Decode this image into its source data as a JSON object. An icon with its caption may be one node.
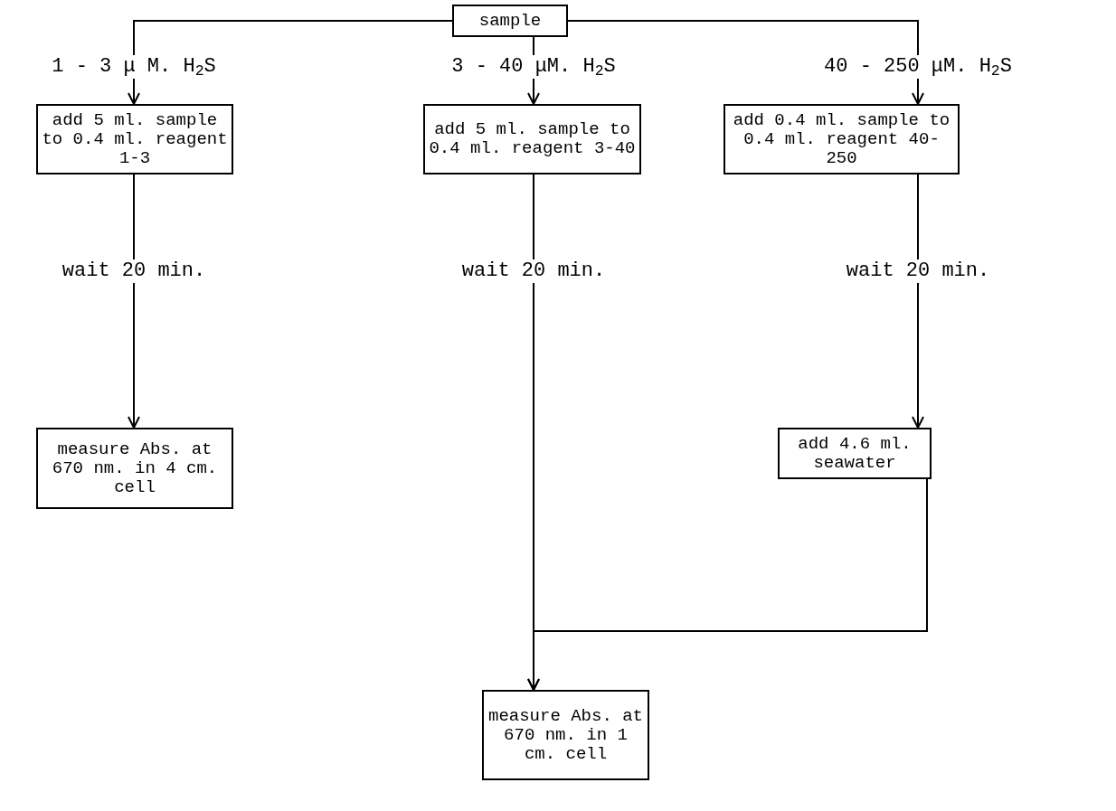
{
  "diagram": {
    "nodes": [
      {
        "text": [
          "sample"
        ]
      },
      {
        "text": [
          "add 5 ml. sample to 0.4 ml. reagent 1-3"
        ]
      },
      {
        "text": [
          "add 5 ml. sample to 0.4 ml. reagent 3-40"
        ]
      },
      {
        "text": [
          "add 0.4 ml. sample to 0.4 ml. reagent 40-250"
        ]
      },
      {
        "text": [
          "measure Abs. at 670 nm. in 4 cm. cell"
        ]
      },
      {
        "text": [
          "add 4.6 ml. seawater"
        ]
      },
      {
        "text": [
          "measure Abs. at 670 nm. in 1 cm. cell"
        ]
      }
    ],
    "edges": [
      {
        "from": 0,
        "to": 1,
        "arrow": "to",
        "label": "1 - 3 μ M. H$_{2}$S"
      },
      {
        "from": 0,
        "to": 2,
        "arrow": "to",
        "label": "3 - 40 μM. H$_{2}$S"
      },
      {
        "from": 0,
        "to": 3,
        "arrow": "to",
        "label": "40 - 250 μM. H$_{2}$S"
      },
      {
        "from": 1,
        "to": 4,
        "arrow": "to",
        "label": "wait 20 min."
      },
      {
        "from": 2,
        "to": 6,
        "arrow": "to",
        "label": "wait 20 min."
      },
      {
        "from": 3,
        "to": 5,
        "arrow": "to",
        "label": "wait 20 min."
      },
      {
        "from": 5,
        "to": 6,
        "arrow": "to"
      }
    ]
  }
}
